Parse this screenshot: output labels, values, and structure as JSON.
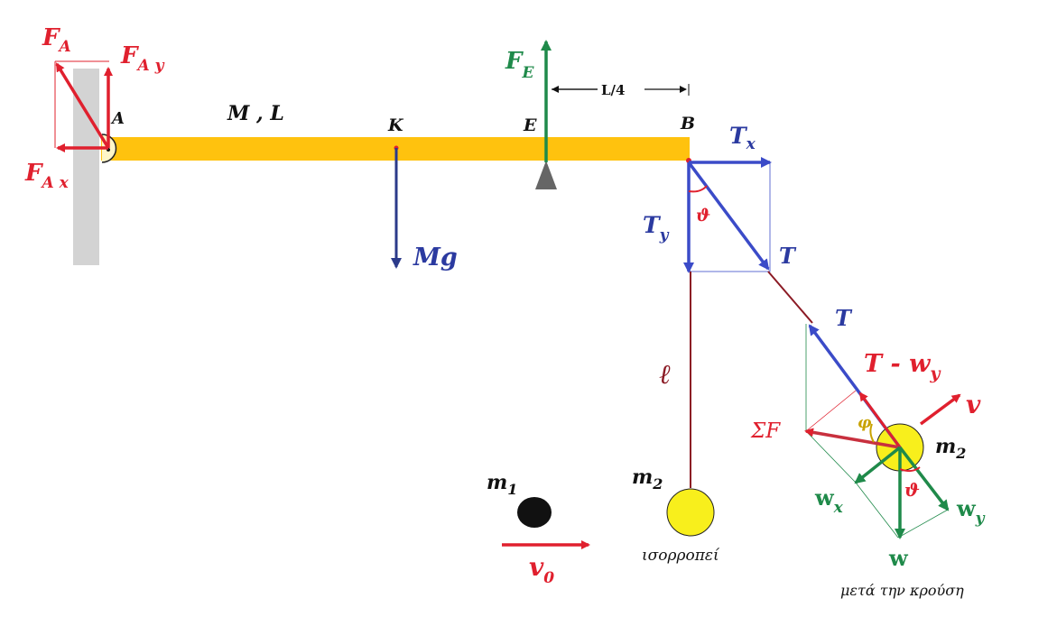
{
  "labels": {
    "FA": "F",
    "FA_sub": "A",
    "FAy": "F",
    "FAy_sub": "A y",
    "FAx": "F",
    "FAx_sub": "A x",
    "A": "A",
    "ML": "M , L",
    "K": "K",
    "E": "E",
    "FE": "F",
    "FE_sub": "E",
    "L4": "L/4",
    "B": "B",
    "Tx": "T",
    "Tx_sub": "x",
    "Ty": "T",
    "Ty_sub": "y",
    "theta_top": "ϑ",
    "T_top": "T",
    "Mg": "Mg",
    "ell": "ℓ",
    "T_mid": "T",
    "T_minus_wy": "T - w",
    "T_minus_wy_sub": "y",
    "v": "v",
    "SigmaF": "ΣF",
    "phi": "φ",
    "m2_right": "m",
    "m2_right_sub": "2",
    "theta_bottom": "ϑ",
    "wx": "w",
    "wx_sub": "x",
    "wy": "w",
    "wy_sub": "y",
    "w": "w",
    "after_collision": "μετά την κρούση",
    "m1": "m",
    "m1_sub": "1",
    "m2_center": "m",
    "m2_center_sub": "2",
    "v0": "v",
    "v0_sub": "0",
    "equilibrium": "ισορροπεί"
  },
  "colors": {
    "rod": "#ffc20e",
    "wall": "#d3d3d3",
    "red": "#e0202e",
    "blue": "#2b3aa0",
    "green": "#1f8a4a",
    "maroon": "#8b1a24",
    "yellow": "#f8ef1c",
    "support": "#666666"
  }
}
